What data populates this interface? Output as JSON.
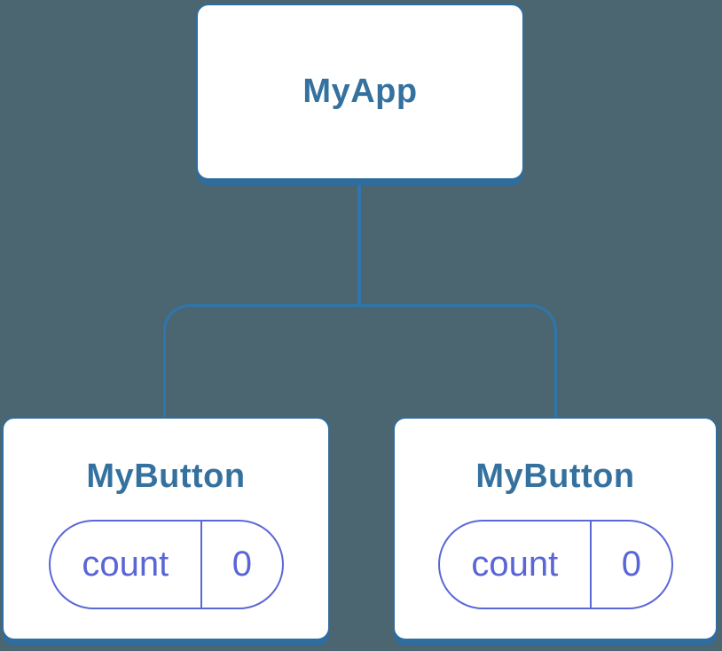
{
  "colors": {
    "background": "#4B6671",
    "card_border": "#2E6D9E",
    "connector_line": "#2E76AD",
    "heading_text": "#35719F",
    "state_pill_border": "#5B67D7",
    "state_pill_text": "#5A66D6",
    "card_background": "#FFFFFF"
  },
  "diagram": {
    "root": {
      "label": "MyApp"
    },
    "children": [
      {
        "label": "MyButton",
        "state": {
          "key": "count",
          "value": "0"
        }
      },
      {
        "label": "MyButton",
        "state": {
          "key": "count",
          "value": "0"
        }
      }
    ]
  }
}
